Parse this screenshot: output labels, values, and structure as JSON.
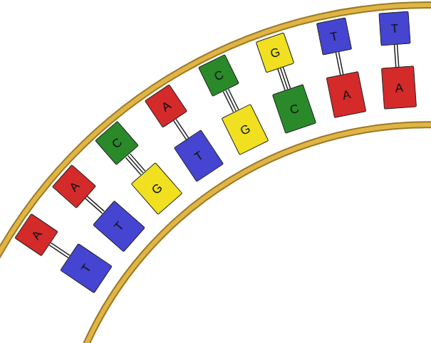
{
  "diagram": {
    "nodes": [
      {
        "text": [
          "A"
        ]
      },
      {
        "text": [
          "T"
        ]
      },
      {
        "text": [
          "A"
        ]
      },
      {
        "text": [
          "T"
        ]
      },
      {
        "text": [
          "C"
        ]
      },
      {
        "text": [
          "G"
        ]
      },
      {
        "text": [
          "A"
        ]
      },
      {
        "text": [
          "T"
        ]
      },
      {
        "text": [
          "C"
        ]
      },
      {
        "text": [
          "G"
        ]
      },
      {
        "text": [
          "G"
        ]
      },
      {
        "text": [
          "C"
        ]
      },
      {
        "text": [
          "T"
        ]
      },
      {
        "text": [
          "A"
        ]
      },
      {
        "text": [
          "T"
        ]
      },
      {
        "text": [
          "A"
        ]
      }
    ],
    "edges": [
      {
        "from": 0,
        "to": 1,
        "arrow": "none"
      },
      {
        "from": 2,
        "to": 3,
        "arrow": "none"
      },
      {
        "from": 4,
        "to": 5,
        "arrow": "none"
      },
      {
        "from": 6,
        "to": 7,
        "arrow": "none"
      },
      {
        "from": 8,
        "to": 9,
        "arrow": "none"
      },
      {
        "from": 10,
        "to": 11,
        "arrow": "none"
      },
      {
        "from": 12,
        "to": 13,
        "arrow": "none"
      },
      {
        "from": 14,
        "to": 15,
        "arrow": "none"
      }
    ]
  }
}
